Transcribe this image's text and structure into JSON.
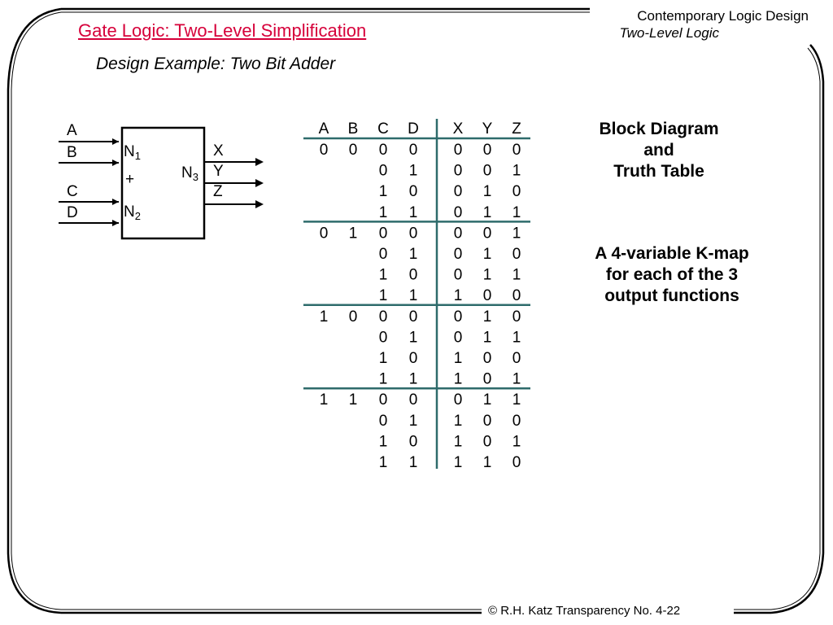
{
  "header": {
    "course_title": "Contemporary Logic Design",
    "course_subtitle": "Two-Level Logic"
  },
  "slide": {
    "title": "Gate Logic: Two-Level Simplification",
    "subtitle": "Design Example:  Two Bit Adder"
  },
  "block_diagram": {
    "inputs": [
      "A",
      "B",
      "C",
      "D"
    ],
    "outputs": [
      "X",
      "Y",
      "Z"
    ],
    "n1": "N",
    "n1_sub": "1",
    "plus": "+",
    "n2": "N",
    "n2_sub": "2",
    "n3": "N",
    "n3_sub": "3"
  },
  "truth_table": {
    "headers": [
      "A",
      "B",
      "C",
      "D",
      "X",
      "Y",
      "Z"
    ],
    "rows": [
      [
        "0",
        "0",
        "0",
        "0",
        "0",
        "0",
        "0"
      ],
      [
        "",
        "",
        "0",
        "1",
        "0",
        "0",
        "1"
      ],
      [
        "",
        "",
        "1",
        "0",
        "0",
        "1",
        "0"
      ],
      [
        "",
        "",
        "1",
        "1",
        "0",
        "1",
        "1"
      ],
      [
        "0",
        "1",
        "0",
        "0",
        "0",
        "0",
        "1"
      ],
      [
        "",
        "",
        "0",
        "1",
        "0",
        "1",
        "0"
      ],
      [
        "",
        "",
        "1",
        "0",
        "0",
        "1",
        "1"
      ],
      [
        "",
        "",
        "1",
        "1",
        "1",
        "0",
        "0"
      ],
      [
        "1",
        "0",
        "0",
        "0",
        "0",
        "1",
        "0"
      ],
      [
        "",
        "",
        "0",
        "1",
        "0",
        "1",
        "1"
      ],
      [
        "",
        "",
        "1",
        "0",
        "1",
        "0",
        "0"
      ],
      [
        "",
        "",
        "1",
        "1",
        "1",
        "0",
        "1"
      ],
      [
        "1",
        "1",
        "0",
        "0",
        "0",
        "1",
        "1"
      ],
      [
        "",
        "",
        "0",
        "1",
        "1",
        "0",
        "0"
      ],
      [
        "",
        "",
        "1",
        "0",
        "1",
        "0",
        "1"
      ],
      [
        "",
        "",
        "1",
        "1",
        "1",
        "1",
        "0"
      ]
    ],
    "line_color": "#2e6b6b"
  },
  "notes": {
    "block_line1": "Block Diagram",
    "block_line2": "and",
    "block_line3": "Truth Table",
    "kmap_line1": "A 4-variable K-map",
    "kmap_line2": "for each of the 3",
    "kmap_line3": "output functions"
  },
  "footer": {
    "text": "© R.H. Katz   Transparency No. 4-22"
  },
  "colors": {
    "title": "#d6003a"
  }
}
